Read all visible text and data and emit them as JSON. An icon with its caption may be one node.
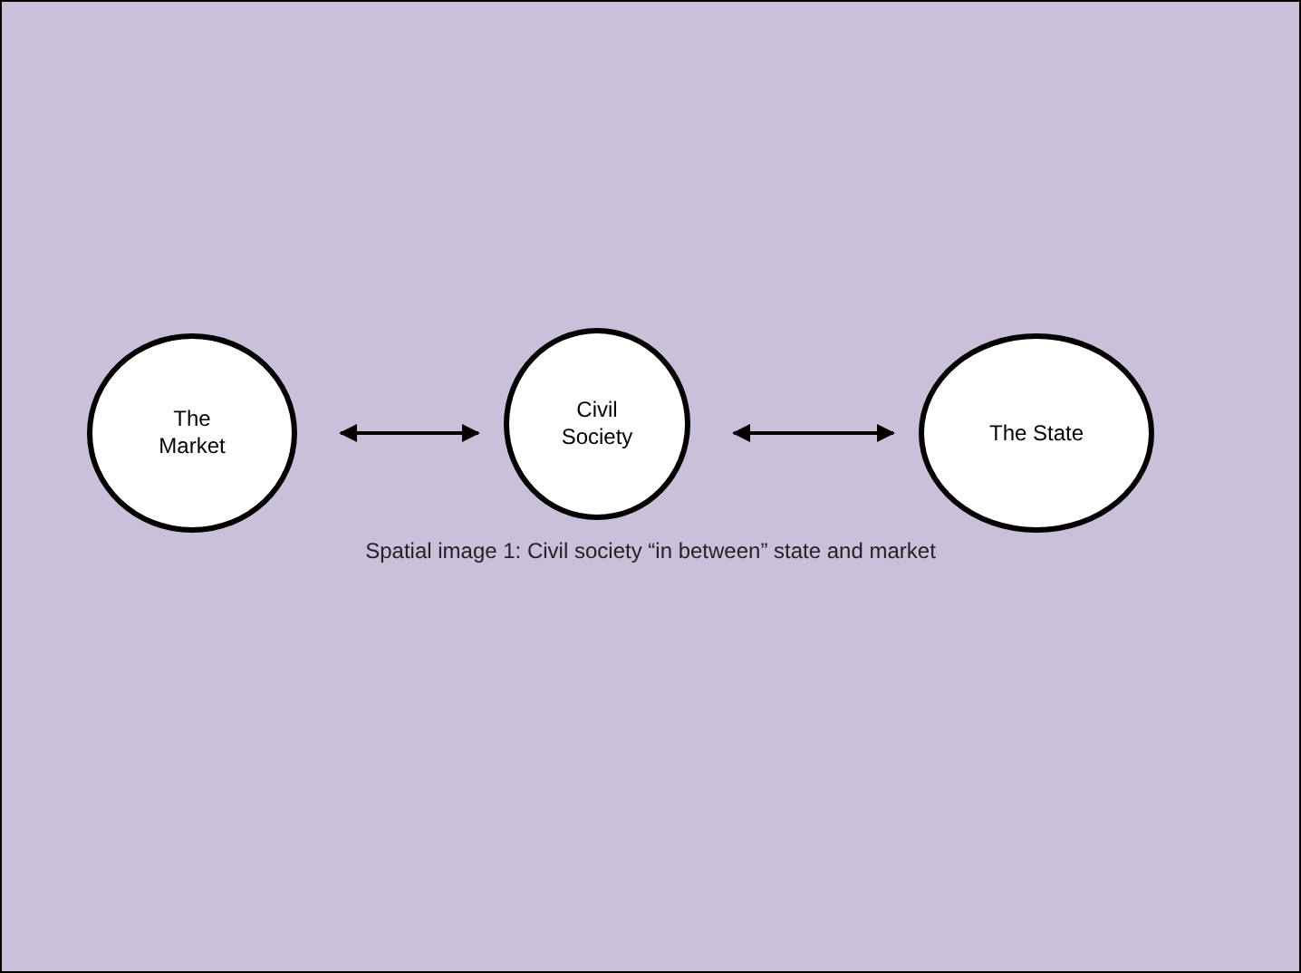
{
  "diagram": {
    "nodes": [
      {
        "text": [
          "The Market"
        ]
      },
      {
        "text": [
          "Civil Society"
        ]
      },
      {
        "text": [
          "The State"
        ]
      }
    ],
    "edges": [
      {
        "from": 0,
        "to": 1,
        "arrow": "both"
      },
      {
        "from": 1,
        "to": 2,
        "arrow": "both"
      }
    ],
    "labels": [
      "Spatial image 1: Civil society “in between” state and market"
    ]
  }
}
